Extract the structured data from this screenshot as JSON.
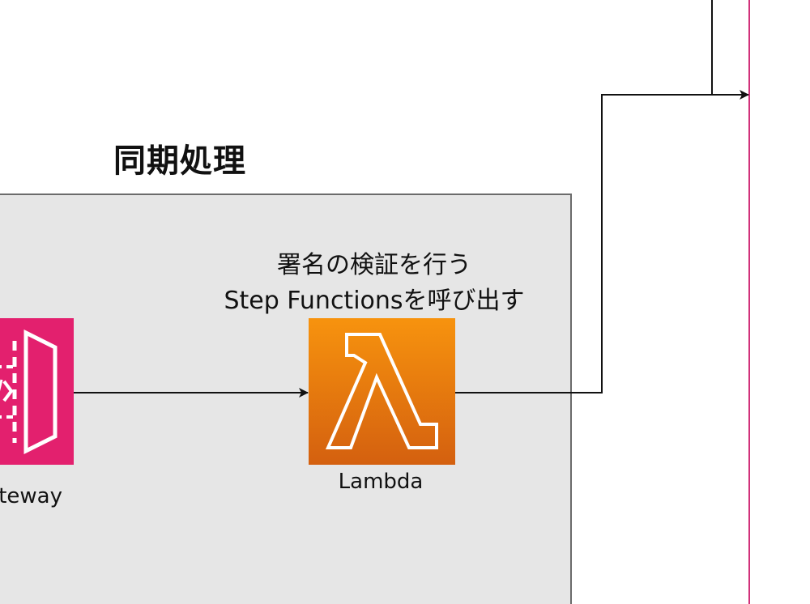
{
  "group": {
    "title": "同期処理"
  },
  "lambda": {
    "description_line1": "署名の検証を行う",
    "description_line2": "Step Functionsを呼び出す",
    "label": "Lambda"
  },
  "api_gateway": {
    "label_visible": "teway"
  },
  "colors": {
    "lambda_gradient_top": "#f7930e",
    "lambda_gradient_bottom": "#d4600f",
    "apigw_pink": "#e3206e",
    "group_fill": "#e6e6e6",
    "group_border": "#6b6b6b",
    "magenta_line": "#d1317a",
    "arrow": "#111111"
  },
  "icons": {
    "lambda": "aws-lambda-icon",
    "api_gateway": "aws-api-gateway-icon"
  }
}
